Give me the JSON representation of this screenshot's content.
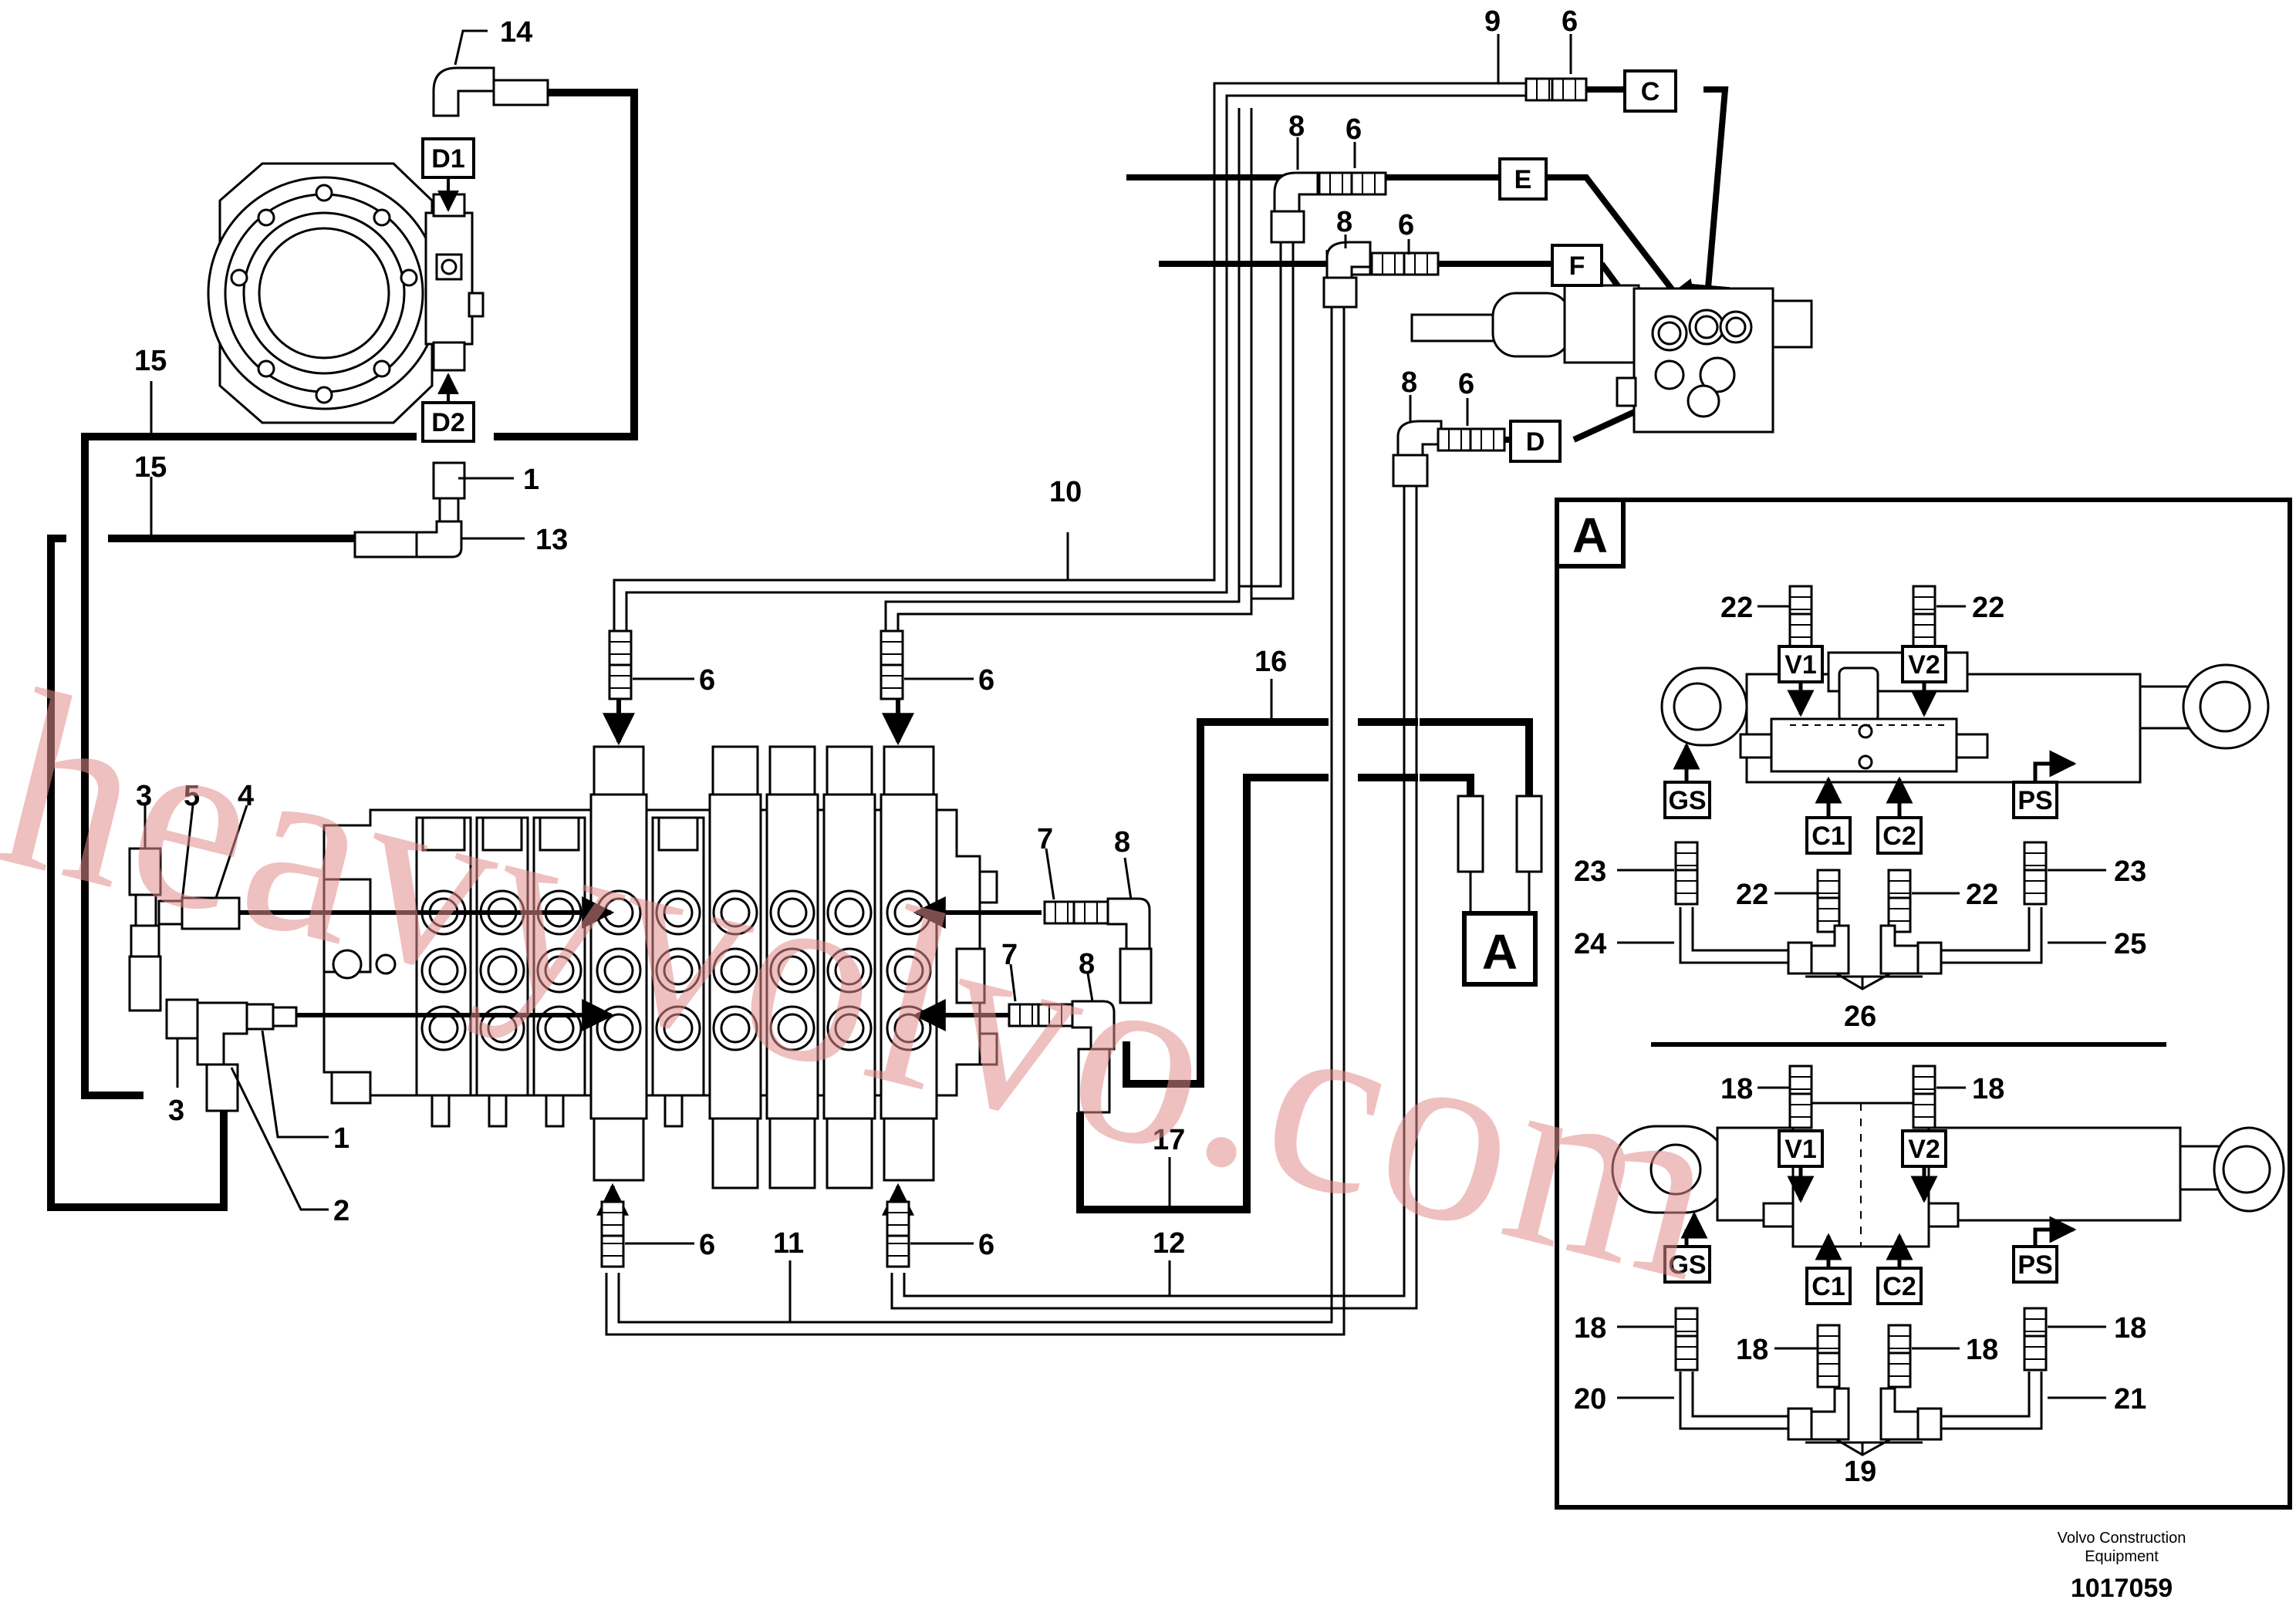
{
  "labels": {
    "l1a": "1",
    "l1b": "1",
    "l2": "2",
    "l3a": "3",
    "l3b": "3",
    "l4": "4",
    "l5": "5",
    "l6a": "6",
    "l6b": "6",
    "l6c": "6",
    "l6d": "6",
    "l6e": "6",
    "l6f": "6",
    "l6g": "6",
    "l6h": "6",
    "l7a": "7",
    "l7b": "7",
    "l8a": "8",
    "l8b": "8",
    "l8c": "8",
    "l8d": "8",
    "l8e": "8",
    "l9": "9",
    "l10": "10",
    "l11": "11",
    "l12": "12",
    "l13": "13",
    "l14": "14",
    "l15a": "15",
    "l15b": "15",
    "l16": "16",
    "l17": "17",
    "l18a": "18",
    "l18b": "18",
    "l18c": "18",
    "l18d": "18",
    "l18e": "18",
    "l18f": "18",
    "l19": "19",
    "l20": "20",
    "l21": "21",
    "l22a": "22",
    "l22b": "22",
    "l22c": "22",
    "l22d": "22",
    "l23a": "23",
    "l23b": "23",
    "l24": "24",
    "l25": "25",
    "l26": "26"
  },
  "ports": {
    "D1": "D1",
    "D2": "D2",
    "C": "C",
    "E": "E",
    "F": "F",
    "D": "D",
    "A_ref": "A",
    "A_inset": "A",
    "V1a": "V1",
    "V2a": "V2",
    "GSa": "GS",
    "C1a": "C1",
    "C2a": "C2",
    "PSa": "PS",
    "V1b": "V1",
    "V2b": "V2",
    "GSb": "GS",
    "C1b": "C1",
    "C2b": "C2",
    "PSb": "PS"
  },
  "footer": {
    "company_line1": "Volvo Construction",
    "company_line2": "Equipment",
    "doc_number": "1017059"
  },
  "watermark": "heavyvolvo.com"
}
